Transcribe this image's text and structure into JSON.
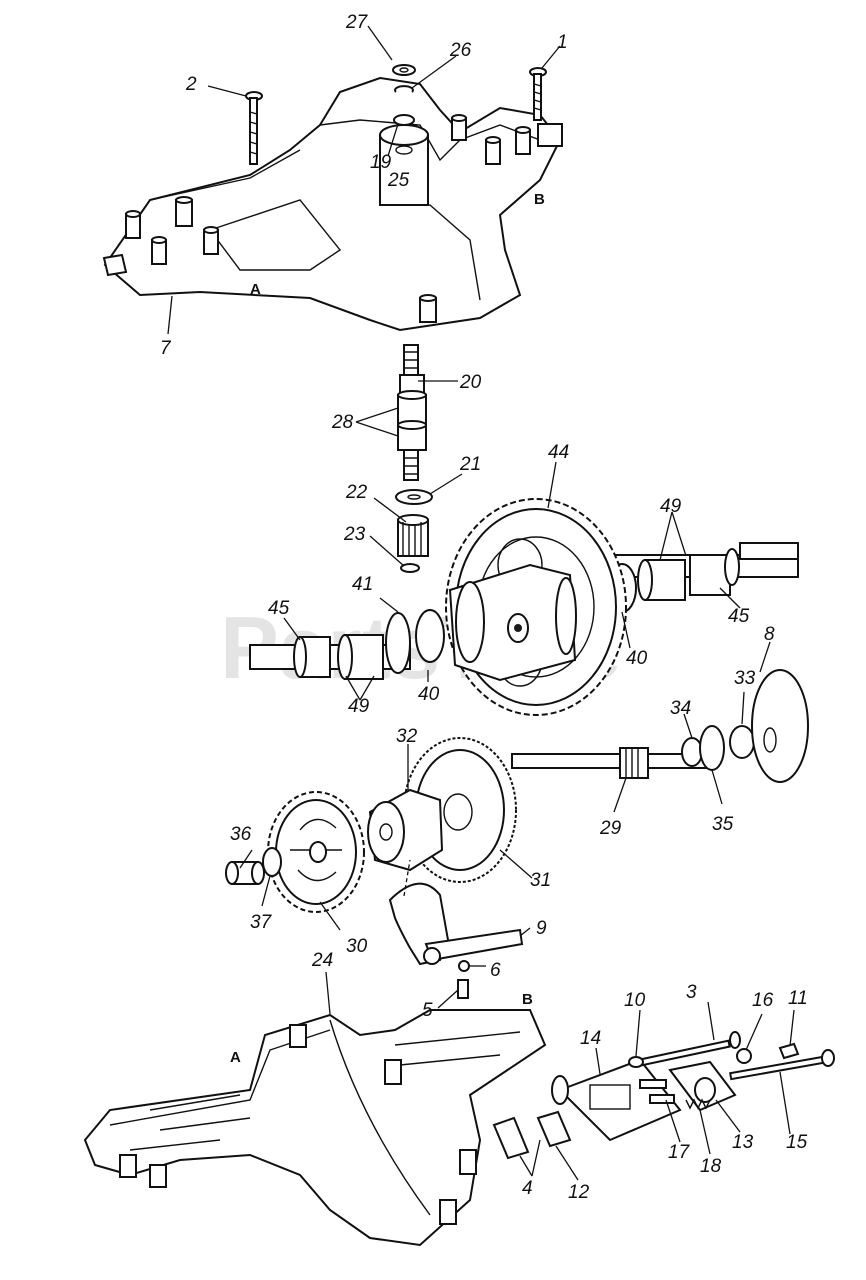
{
  "watermark": "PartsTree",
  "callouts": {
    "n1": "1",
    "n2": "2",
    "n3": "3",
    "n4": "4",
    "n5": "5",
    "n6": "6",
    "n7": "7",
    "n8": "8",
    "n9": "9",
    "n10": "10",
    "n11": "11",
    "n12": "12",
    "n13": "13",
    "n14": "14",
    "n15": "15",
    "n16": "16",
    "n17": "17",
    "n18": "18",
    "n19": "19",
    "n20": "20",
    "n21": "21",
    "n22": "22",
    "n23": "23",
    "n24": "24",
    "n25": "25",
    "n26": "26",
    "n27": "27",
    "n28": "28",
    "n29": "29",
    "n30": "30",
    "n31": "31",
    "n32": "32",
    "n33": "33",
    "n34": "34",
    "n35": "35",
    "n36": "36",
    "n37": "37",
    "n40": "40",
    "n41": "41",
    "n44": "44",
    "n45": "45",
    "n49": "49"
  },
  "letters": {
    "a": "A",
    "b": "B"
  },
  "colors": {
    "ink": "#111111",
    "paper": "#ffffff",
    "watermark": "#cfcfcf"
  }
}
